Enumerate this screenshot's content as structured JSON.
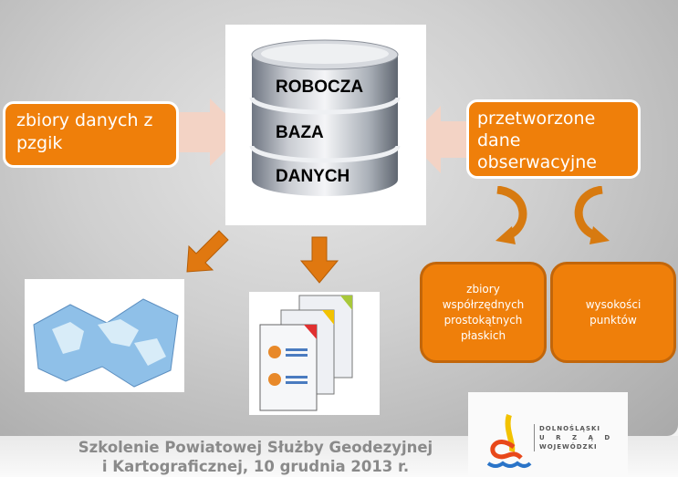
{
  "database": {
    "lines": [
      "ROBOCZA",
      "BAZA",
      "DANYCH"
    ]
  },
  "left_box": {
    "label": "zbiory danych z pzgik"
  },
  "right_box": {
    "label": "przetworzone dane obserwacyjne"
  },
  "sub_boxes": [
    {
      "label": "zbiory współrzędnych prostokątnych płaskich"
    },
    {
      "label": "wysokości punktów"
    }
  ],
  "footer": {
    "line1": "Szkolenie Powiatowej Służby Geodezyjnej",
    "line2": "i Kartograficznej, 10 grudnia 2013 r."
  },
  "logo": {
    "line1": "DOLNOŚLĄSKI",
    "line2": "U R Z Ą D",
    "line3": "WOJEWÓDZKI"
  },
  "colors": {
    "orange": "#ef7f0a",
    "pale_arrow": "#f3d3c5"
  }
}
